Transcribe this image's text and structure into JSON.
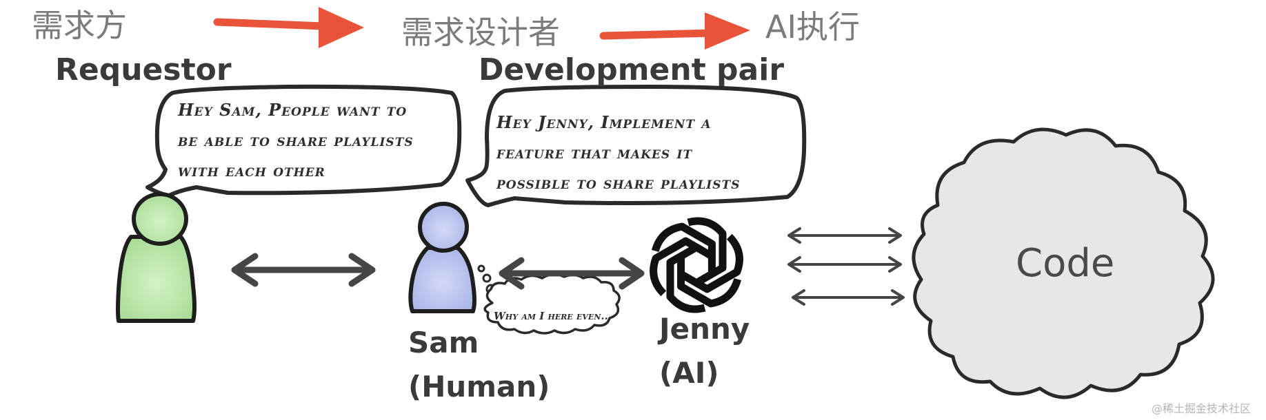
{
  "top_labels": {
    "requester_cn": "需求方",
    "designer_cn": "需求设计者",
    "ai_exec_cn": "AI执行"
  },
  "roles": {
    "requestor": "Requestor",
    "development_pair": "Development pair"
  },
  "bubbles": {
    "requestor_lines": [
      "Hey Sam, People want to",
      "be able to share playlists",
      "with each other"
    ],
    "sam_lines": [
      "Hey Jenny, Implement a",
      "feature that makes it",
      "possible to share playlists"
    ],
    "thought": "Why am I here even..."
  },
  "names": {
    "sam": [
      "Sam",
      "(Human)"
    ],
    "jenny": [
      "Jenny",
      "(AI)"
    ]
  },
  "code_label": "Code",
  "watermark": "@稀土掘金技术社区",
  "colors": {
    "red_arrow": "#e8533a",
    "requestor_figure": "#b6e3a5",
    "sam_figure": "#b9c3ee",
    "cloud_fill": "#e7e7e7",
    "outline": "#2a2a2a",
    "double_arrow": "#454545"
  },
  "icons": {
    "openai_logo": "openai-logo-icon"
  }
}
